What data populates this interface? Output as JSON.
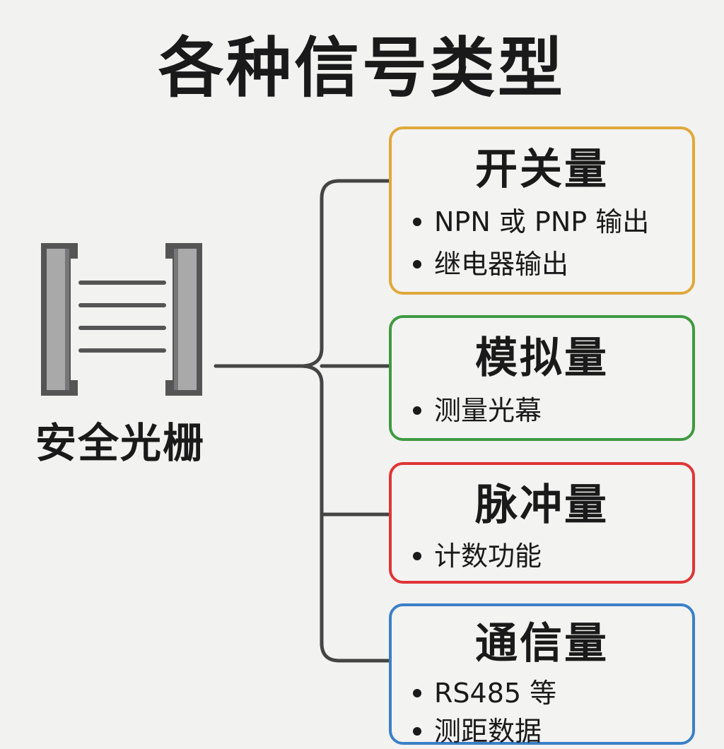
{
  "title": "各种信号类型",
  "device": {
    "label": "安全光栅",
    "icon": "light-curtain-icon"
  },
  "colors": {
    "switch": "#e0a83a",
    "analog": "#3f9a40",
    "pulse": "#e03535",
    "comm": "#3a80c6",
    "line": "#444444"
  },
  "cards": {
    "switch": {
      "title": "开关量",
      "items": [
        "NPN 或 PNP 输出",
        "继电器输出"
      ]
    },
    "analog": {
      "title": "模拟量",
      "items": [
        "测量光幕"
      ]
    },
    "pulse": {
      "title": "脉冲量",
      "items": [
        "计数功能"
      ]
    },
    "comm": {
      "title": "通信量",
      "items": [
        "RS485 等",
        "测距数据"
      ]
    }
  }
}
